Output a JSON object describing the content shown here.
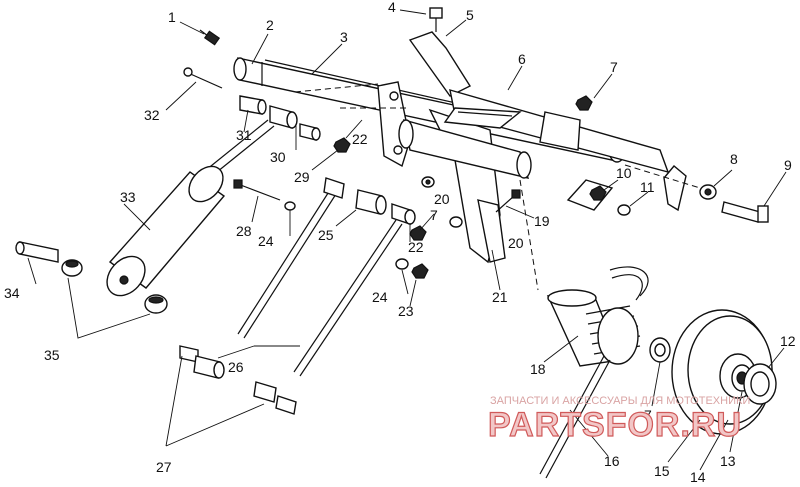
{
  "labels": [
    {
      "id": "1",
      "text": "1"
    },
    {
      "id": "2",
      "text": "2"
    },
    {
      "id": "3",
      "text": "3"
    },
    {
      "id": "4",
      "text": "4"
    },
    {
      "id": "5",
      "text": "5"
    },
    {
      "id": "6",
      "text": "6"
    },
    {
      "id": "7a",
      "text": "7"
    },
    {
      "id": "8",
      "text": "8"
    },
    {
      "id": "9",
      "text": "9"
    },
    {
      "id": "10",
      "text": "10"
    },
    {
      "id": "11",
      "text": "11"
    },
    {
      "id": "12",
      "text": "12"
    },
    {
      "id": "13",
      "text": "13"
    },
    {
      "id": "14",
      "text": "14"
    },
    {
      "id": "15",
      "text": "15"
    },
    {
      "id": "16",
      "text": "16"
    },
    {
      "id": "7b",
      "text": "7"
    },
    {
      "id": "18",
      "text": "18"
    },
    {
      "id": "19",
      "text": "19"
    },
    {
      "id": "20a",
      "text": "20"
    },
    {
      "id": "20b",
      "text": "20"
    },
    {
      "id": "7c",
      "text": "7"
    },
    {
      "id": "21",
      "text": "21"
    },
    {
      "id": "22a",
      "text": "22"
    },
    {
      "id": "22b",
      "text": "22"
    },
    {
      "id": "23",
      "text": "23"
    },
    {
      "id": "24a",
      "text": "24"
    },
    {
      "id": "24b",
      "text": "24"
    },
    {
      "id": "25",
      "text": "25"
    },
    {
      "id": "26",
      "text": "26"
    },
    {
      "id": "27",
      "text": "27"
    },
    {
      "id": "28",
      "text": "28"
    },
    {
      "id": "29",
      "text": "29"
    },
    {
      "id": "30",
      "text": "30"
    },
    {
      "id": "31",
      "text": "31"
    },
    {
      "id": "32",
      "text": "32"
    },
    {
      "id": "33",
      "text": "33"
    },
    {
      "id": "34",
      "text": "34"
    },
    {
      "id": "35",
      "text": "35"
    }
  ],
  "watermark": {
    "caption": "ЗАПЧАСТИ И АКСЕССУАРЫ ДЛЯ МОТОТЕХНИКИ",
    "logo": "PARTSFOR.RU"
  }
}
